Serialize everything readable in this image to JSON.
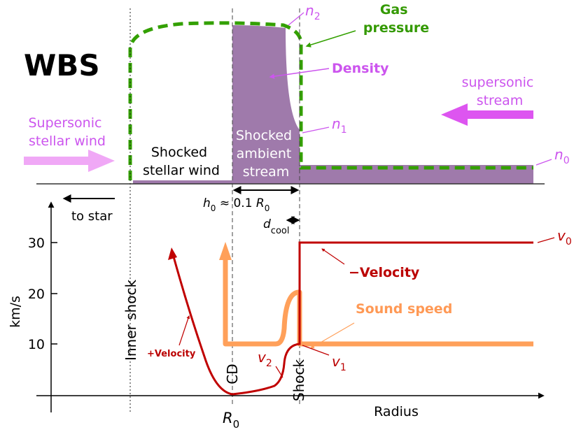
{
  "title": "WBS",
  "colors": {
    "density_fill": "#9f7aab",
    "gas_pressure": "#33a000",
    "velocity": "#c00000",
    "sound_speed": "#ffa05a",
    "pink_label": "#cc55ee",
    "wind_arrow": "#f0a8f6",
    "stream_arrow": "#dd55f0"
  },
  "top_panel": {
    "gas_pressure_label_line1": "Gas",
    "gas_pressure_label_line2": "pressure",
    "density_label": "Density",
    "n2": "n",
    "n2_sub": "2",
    "n1": "n",
    "n1_sub": "1",
    "n0": "n",
    "n0_sub": "0",
    "supersonic_stream_line1": "supersonic",
    "supersonic_stream_line2": "stream",
    "stellar_wind_line1": "Supersonic",
    "stellar_wind_line2": "stellar wind",
    "shocked_wind_line1": "Shocked",
    "shocked_wind_line2": "stellar wind",
    "shocked_ambient_line1": "Shocked",
    "shocked_ambient_line2": "ambient",
    "shocked_ambient_line3": "stream",
    "to_star": "to star",
    "h0_label_a": "h",
    "h0_label_sub": "0",
    "h0_label_b": " ≈ 0.1 ",
    "h0_label_c": "R",
    "h0_label_csub": "0",
    "dcool_a": "d",
    "dcool_sub": "cool"
  },
  "bottom_panel": {
    "y_axis_label": "km/s",
    "x_axis_label": "Radius",
    "y_ticks": [
      "10",
      "20",
      "30"
    ],
    "inner_shock": "Inner shock",
    "cd": "CD",
    "shock": "Shock",
    "r0": "R",
    "r0_sub": "0",
    "minus_velocity": "−Velocity",
    "plus_velocity": "+Velocity",
    "sound_speed": "Sound speed",
    "v0": "v",
    "v0_sub": "0",
    "v1": "v",
    "v1_sub": "1",
    "v2": "v",
    "v2_sub": "2"
  }
}
